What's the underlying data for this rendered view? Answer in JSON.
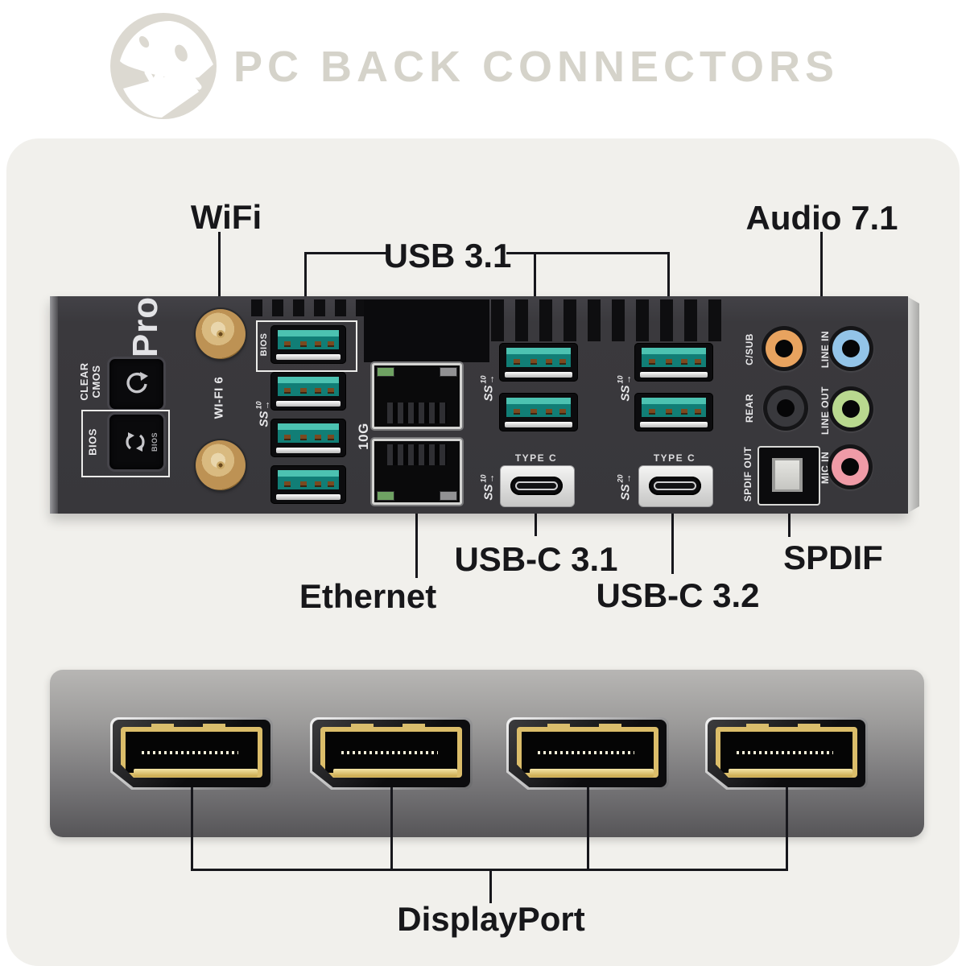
{
  "header": {
    "title": "PC BACK CONNECTORS",
    "logo": "trex-skull-logo"
  },
  "callouts": {
    "wifi": "WiFi",
    "usb31": "USB 3.1",
    "audio71": "Audio 7.1",
    "usbc31": "USB-C 3.1",
    "ethernet": "Ethernet",
    "usbc32": "USB-C 3.2",
    "spdif": "SPDIF",
    "displayport": "DisplayPort"
  },
  "io_panel": {
    "brand": "Pro",
    "clear_cmos_line1": "CLEAR",
    "clear_cmos_line2": "CMOS",
    "bios_box_label": "BIOS",
    "bios_button_label": "BIOS",
    "bios_port_label": "BIOS",
    "wifi_label": "WI-FI 6",
    "ethernet_speed_label": "10G",
    "type_c_label": "TYPE C",
    "superspeed": {
      "prefix": "SS",
      "gen10": "10",
      "gen20": "20",
      "arrow": "→"
    },
    "audio_jacks": [
      {
        "label": "C/SUB",
        "color": "#e8a35f"
      },
      {
        "label": "LINE IN",
        "color": "#93c4e8"
      },
      {
        "label": "REAR",
        "color": "#39393d"
      },
      {
        "label": "LINE OUT",
        "color": "#b9d98f"
      },
      {
        "label": "SPDIF OUT",
        "color": "#0b0b0d"
      },
      {
        "label": "MIC IN",
        "color": "#ef9ba7"
      }
    ]
  },
  "colors": {
    "card_bg": "#f1f0ec",
    "panel_dark": "#38373b",
    "usb_teal": "#117e76",
    "gold": "#dbbd6a",
    "antenna_gold": "#bd9254",
    "title_gray": "#d5d3ca",
    "line_black": "#17171c"
  },
  "counts": {
    "displayports": 4,
    "usb_a_rear": 8,
    "usb_c": 2,
    "ethernet": 2,
    "audio_jacks": 5
  }
}
